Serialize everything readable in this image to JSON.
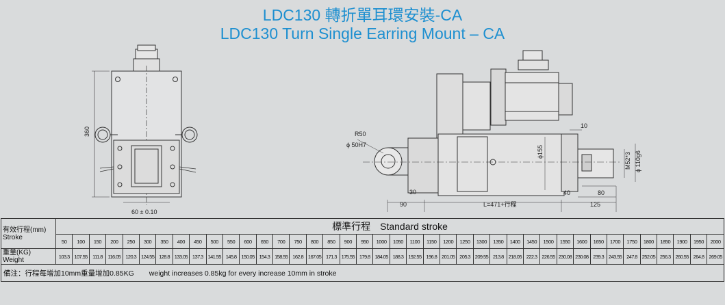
{
  "title": {
    "chinese": "LDC130 轉折單耳環安裝-CA",
    "english": "LDC130 Turn Single Earring Mount – CA"
  },
  "drawing": {
    "left_view": {
      "height_label": "360",
      "width_label": "60 ± 0.10"
    },
    "right_view": {
      "radius_label": "R50",
      "pin_label": "ϕ 50H7",
      "body_dia_label": "ϕ155",
      "thread_label": "M52*3",
      "rod_dia_label": "ϕ 110g6",
      "dim_10": "10",
      "dim_30": "30",
      "dim_40": "40",
      "dim_80": "80",
      "dim_90": "90",
      "dim_125": "125",
      "length_label": "L=471+行程"
    }
  },
  "table": {
    "row_label_cn": "有效行程(mm)",
    "row_label_en": "Stroke",
    "header": "標準行程　Standard stroke",
    "weight_label_cn": "重量(KG)",
    "weight_label_en": "Weight",
    "strokes": [
      "50",
      "100",
      "150",
      "200",
      "250",
      "300",
      "350",
      "400",
      "450",
      "500",
      "550",
      "600",
      "650",
      "700",
      "750",
      "800",
      "850",
      "900",
      "950",
      "1000",
      "1050",
      "1100",
      "1150",
      "1200",
      "1250",
      "1300",
      "1350",
      "1400",
      "1450",
      "1500",
      "1550",
      "1600",
      "1650",
      "1700",
      "1750",
      "1800",
      "1850",
      "1900",
      "1950",
      "2000"
    ],
    "weights": [
      "103.3",
      "107.55",
      "111.8",
      "116.05",
      "120.3",
      "124.55",
      "128.8",
      "133.05",
      "137.3",
      "141.55",
      "145.8",
      "150.05",
      "154.3",
      "158.55",
      "162.8",
      "167.05",
      "171.3",
      "175.55",
      "179.8",
      "184.05",
      "188.3",
      "192.55",
      "196.8",
      "201.05",
      "205.3",
      "209.55",
      "213.8",
      "218.05",
      "222.3",
      "226.55",
      "230.08",
      "230.08",
      "239.3",
      "243.55",
      "247.8",
      "252.05",
      "256.3",
      "260.55",
      "264.8",
      "269.05"
    ],
    "note_cn": "備注：行程每增加10mm重量增加0.85KG",
    "note_en": "weight increases 0.85kg for every increase 10mm in stroke"
  }
}
